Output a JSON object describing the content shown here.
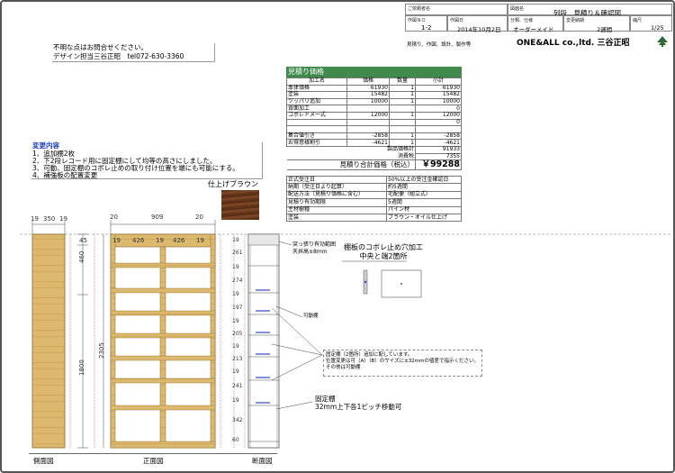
{
  "title_block": {
    "customer_label": "ご依頼者名",
    "drawing_name_label": "図面名",
    "drawing_name": "列段　見積り＆確認図",
    "drawing_no_label": "作図ＮＯ",
    "drawing_no": "1-2",
    "date_label": "作図日",
    "date": "2014年10月2日",
    "category_label": "分類、仕様",
    "category": "オーダーメイド",
    "delivery_label": "変更納期",
    "delivery": "2週間",
    "scale_label": "縮尺",
    "scale": "1/25",
    "services": "見積り、作図、設計、製作等",
    "company": "ONE&ALL co.,ltd. 三谷正昭"
  },
  "contact": {
    "line1": "不明な点はお問合せください。",
    "line2": "デザイン担当三谷正昭　tel072-630-3360"
  },
  "estimate": {
    "header": "見積り価格",
    "columns": [
      "加工名",
      "価格",
      "数量",
      "小計"
    ],
    "rows": [
      [
        "本体価格",
        "61930",
        "1",
        "61930"
      ],
      [
        "塗装",
        "15482",
        "1",
        "15482"
      ],
      [
        "ツッパリ追加",
        "10000",
        "1",
        "10000"
      ],
      [
        "背面加工",
        "",
        "",
        "0"
      ],
      [
        "コボレドメー式",
        "12000",
        "1",
        "12000"
      ],
      [
        "",
        "",
        "",
        "0"
      ],
      [
        "",
        "",
        "",
        ""
      ],
      [
        "集合値引き",
        "-2858",
        "1",
        "-2858"
      ],
      [
        "お得意様割引",
        "-4621",
        "1",
        "-4621"
      ]
    ],
    "product_price_label": "製品価格計",
    "product_price": "91933",
    "tax_label": "消費税",
    "tax": "7355",
    "total_label": "見積り合計価格（税込）",
    "total": "￥99288"
  },
  "conditions": [
    [
      "正式受注日",
      "50%以上の受注金確認日"
    ],
    [
      "納期（受注日より起算）",
      "約5週間"
    ],
    [
      "配送方法（見積り価格に含む）",
      "宅配便（組立式）"
    ],
    [
      "見積り有効期限",
      "5週間"
    ],
    [
      "主材樹種",
      "パイン材"
    ],
    [
      "塗装",
      "ブラウン・オイル仕上げ"
    ]
  ],
  "changes": {
    "title": "変更内容",
    "items": [
      "1、追加棚2枚",
      "2、下2段レコード用に固定棚にして均等の高さにしました。",
      "3、可動、固定棚のコボレ止めの取り付け位置を端にも可能にする。",
      "4、補強板の配置変更"
    ]
  },
  "swatch_label": "仕上げブラウン",
  "views": {
    "side": "側面図",
    "front": "正面図",
    "section": "断面図"
  },
  "dimensions": {
    "side_top": [
      "19",
      "350",
      "19"
    ],
    "front_top": [
      "20",
      "909",
      "20"
    ],
    "front_inner": [
      "19",
      "426",
      "19",
      "426",
      "19"
    ],
    "side_heights": [
      "45",
      "460",
      "1800"
    ],
    "total_height": "2305",
    "section_left": [
      "19",
      "261",
      "19",
      "274",
      "19",
      "197",
      "19",
      "205",
      "19",
      "213",
      "19",
      "241",
      "19",
      "342",
      "60"
    ]
  },
  "notes": {
    "tsuppari": "突っ張り有効範囲\n天井高±8mm",
    "koboredome": "棚板のコボレ止め穴加工\n中央と端2箇所",
    "movable": "可動棚",
    "fixed_note": "固定棚（2箇所）追加に配しています。\n位置変更は可（A）（B）のサイズに±32mmの値差で指示ください。\nその他は可動棚",
    "fixed": "固定棚\n32mm上下各1ピッチ移動可"
  },
  "colors": {
    "header_green": "#3f8a4c",
    "wood": "#d9b56b",
    "swatch": "#6b3a1e",
    "blue_pin": "#3344cc"
  }
}
